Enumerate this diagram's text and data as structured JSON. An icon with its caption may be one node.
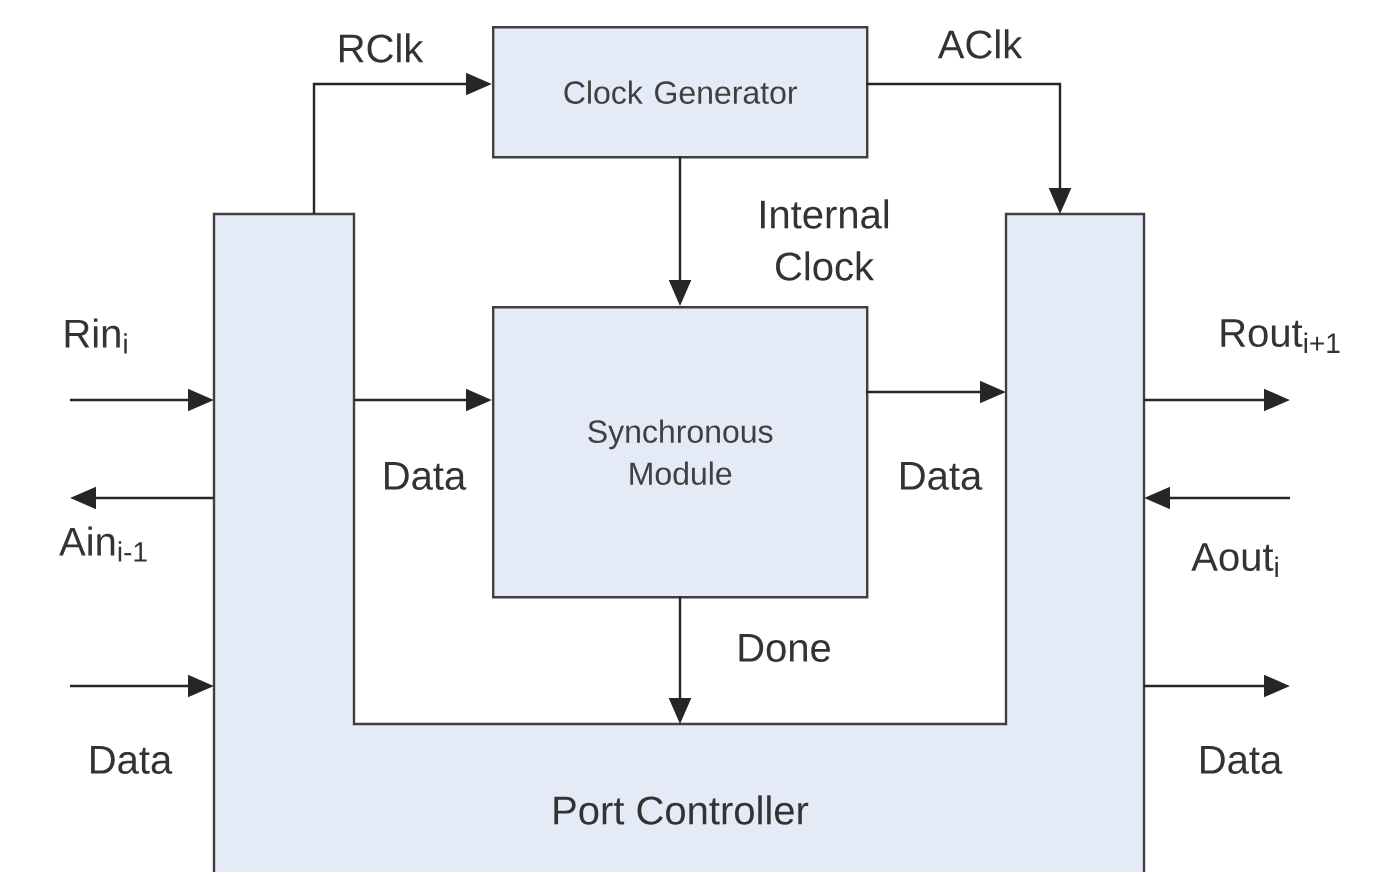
{
  "diagram": {
    "nodes": [
      {
        "text": [
          "Clock Generator"
        ]
      },
      {
        "text": [
          "Synchronous Module"
        ]
      },
      {
        "text": [
          "Port Controller"
        ]
      }
    ],
    "edges": [
      {
        "from": 2,
        "to": 0,
        "arrow": "to",
        "label": "RClk"
      },
      {
        "from": 0,
        "to": 2,
        "arrow": "to",
        "label": "AClk"
      },
      {
        "from": 0,
        "to": 1,
        "arrow": "to",
        "label": "Internal Clock"
      },
      {
        "from": 2,
        "to": 1,
        "arrow": "to",
        "label": "Data"
      },
      {
        "from": 1,
        "to": 2,
        "arrow": "to",
        "label": "Data"
      },
      {
        "from": 1,
        "to": 2,
        "arrow": "to",
        "label": "Done"
      },
      {
        "from": null,
        "to": 2,
        "arrow": "to",
        "label": "Rin$_{i}$"
      },
      {
        "from": 2,
        "to": null,
        "arrow": "to",
        "label": "Ain$_{i-1}$"
      },
      {
        "from": null,
        "to": 2,
        "arrow": "to",
        "label": "Data"
      },
      {
        "from": 2,
        "to": null,
        "arrow": "to",
        "label": "Rout$_{i+1}$"
      },
      {
        "from": null,
        "to": 2,
        "arrow": "to",
        "label": "Aout$_{i}$"
      },
      {
        "from": 2,
        "to": null,
        "arrow": "to",
        "label": "Data"
      }
    ]
  }
}
